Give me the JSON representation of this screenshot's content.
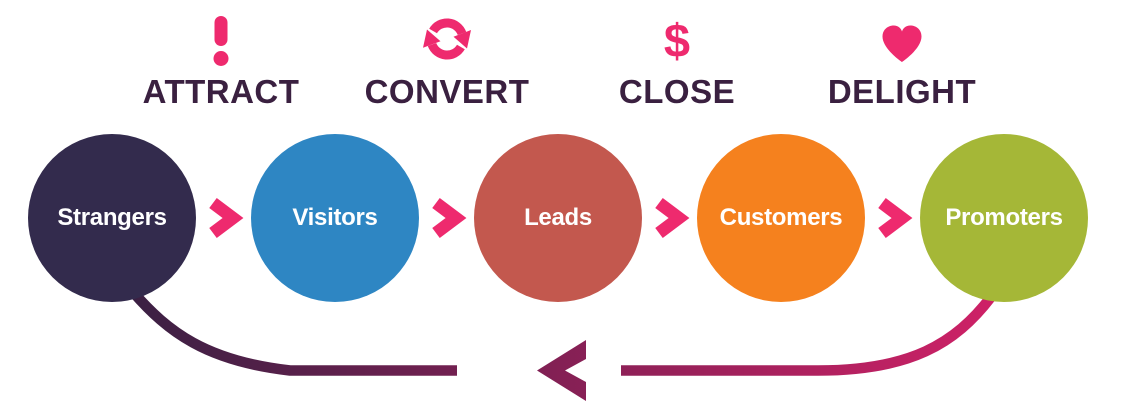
{
  "colors": {
    "accent": "#ee2a6e",
    "stage_label": "#3a2040",
    "circle_text": "#ffffff",
    "background": "#ffffff",
    "return_arrow_start": "#372042",
    "return_arrow_end": "#d02167"
  },
  "stages": [
    {
      "label": "ATTRACT",
      "icon": "exclamation-icon"
    },
    {
      "label": "CONVERT",
      "icon": "cycle-icon"
    },
    {
      "label": "CLOSE",
      "icon": "dollar-icon",
      "symbol": "$"
    },
    {
      "label": "DELIGHT",
      "icon": "heart-icon"
    }
  ],
  "audiences": [
    {
      "label": "Strangers",
      "color": "#332b4d"
    },
    {
      "label": "Visitors",
      "color": "#2e86c3"
    },
    {
      "label": "Leads",
      "color": "#c3584e"
    },
    {
      "label": "Customers",
      "color": "#f5811e"
    },
    {
      "label": "Promoters",
      "color": "#a5b737"
    }
  ]
}
